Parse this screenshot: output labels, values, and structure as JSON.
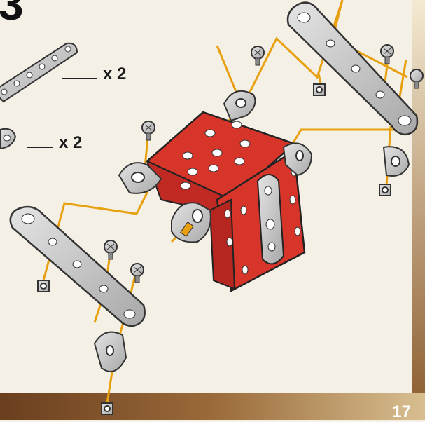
{
  "step_number": "3",
  "quantity_labels": [
    "x 2",
    "x 2"
  ],
  "page_number": "17",
  "colors": {
    "background": "#f4f0e6",
    "metal": "#c9c9c9",
    "cube_red": "#d8352a",
    "connector_line": "#e8a010",
    "border_gradient": [
      "#f4ead2",
      "#8a5a2c"
    ]
  }
}
